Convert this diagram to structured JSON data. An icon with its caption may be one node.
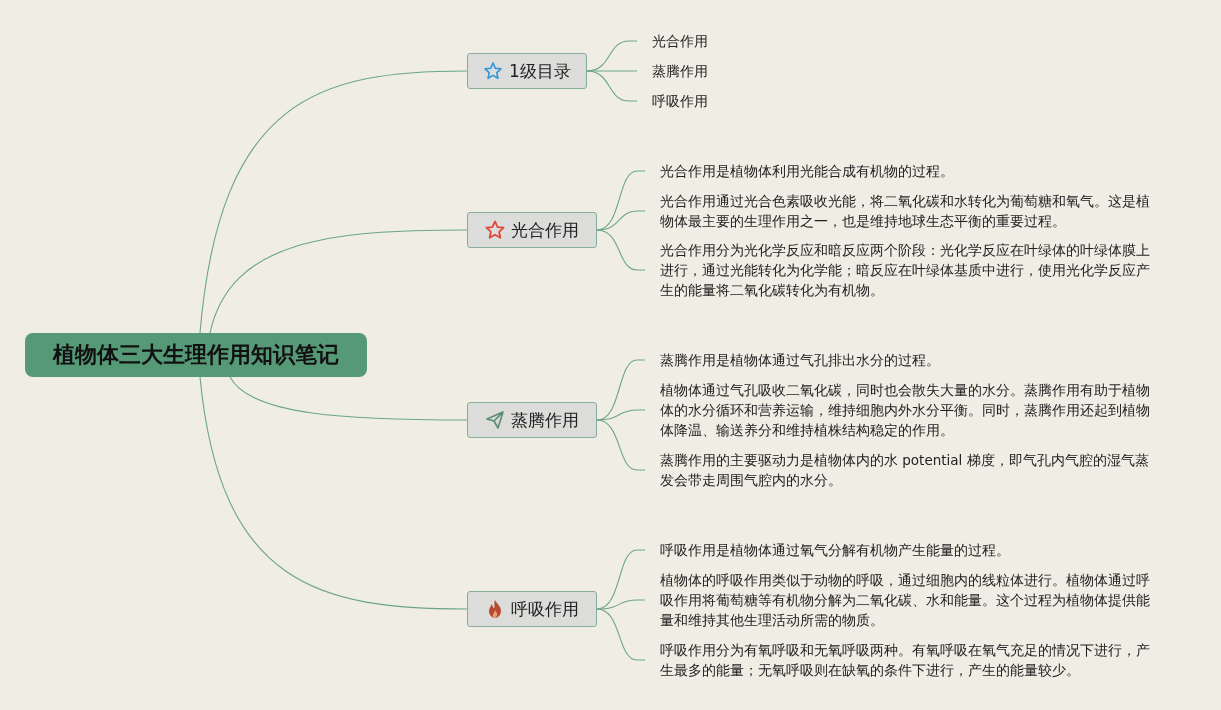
{
  "diagram": {
    "nodes": [
      {
        "text": [
          "植物体三大生理作用知识笔记"
        ]
      },
      {
        "text": [
          "1级目录"
        ]
      },
      {
        "text": [
          "光合作用"
        ]
      },
      {
        "text": [
          "蒸腾作用"
        ]
      },
      {
        "text": [
          "呼吸作用"
        ]
      },
      {
        "text": [
          "光合作用"
        ]
      },
      {
        "text": [
          "光合作用是植物体利用光能合成有机物的过程。"
        ]
      },
      {
        "text": [
          "光合作用通过光合色素吸收光能，将二氧化碳和水转化为葡萄糖和氧气。这是植物体最主要的生理作用之一，也是维持地球生态平衡的重要过程。"
        ]
      },
      {
        "text": [
          "光合作用分为光化学反应和暗反应两个阶段：光化学反应在叶绿体的叶绿体膜上进行，通过光能转化为化学能；暗反应在叶绿体基质中进行，使用光化学反应产生的能量将二氧化碳转化为有机物。"
        ]
      },
      {
        "text": [
          "蒸腾作用"
        ]
      },
      {
        "text": [
          "蒸腾作用是植物体通过气孔排出水分的过程。"
        ]
      },
      {
        "text": [
          "植物体通过气孔吸收二氧化碳，同时也会散失大量的水分。蒸腾作用有助于植物体的水分循环和营养运输，维持细胞内外水分平衡。同时，蒸腾作用还起到植物体降温、输送养分和维持植株结构稳定的作用。"
        ]
      },
      {
        "text": [
          "蒸腾作用的主要驱动力是植物体内的水 potential 梯度，即气孔内气腔的湿气蒸发会带走周围气腔内的水分。"
        ]
      },
      {
        "text": [
          "呼吸作用"
        ]
      },
      {
        "text": [
          "呼吸作用是植物体通过氧气分解有机物产生能量的过程。"
        ]
      },
      {
        "text": [
          "植物体的呼吸作用类似于动物的呼吸，通过细胞内的线粒体进行。植物体通过呼吸作用将葡萄糖等有机物分解为二氧化碳、水和能量。这个过程为植物体提供能量和维持其他生理活动所需的物质。"
        ]
      },
      {
        "text": [
          "呼吸作用分为有氧呼吸和无氧呼吸两种。有氧呼吸在氧气充足的情况下进行，产生最多的能量；无氧呼吸则在缺氧的条件下进行，产生的能量较少。"
        ]
      }
    ],
    "edges": [
      {
        "from": 0,
        "to": 1,
        "arrow": "none"
      },
      {
        "from": 0,
        "to": 5,
        "arrow": "none"
      },
      {
        "from": 0,
        "to": 9,
        "arrow": "none"
      },
      {
        "from": 0,
        "to": 13,
        "arrow": "none"
      },
      {
        "from": 1,
        "to": 2,
        "arrow": "none"
      },
      {
        "from": 1,
        "to": 3,
        "arrow": "none"
      },
      {
        "from": 1,
        "to": 4,
        "arrow": "none"
      },
      {
        "from": 5,
        "to": 6,
        "arrow": "none"
      },
      {
        "from": 5,
        "to": 7,
        "arrow": "none"
      },
      {
        "from": 5,
        "to": 8,
        "arrow": "none"
      },
      {
        "from": 9,
        "to": 10,
        "arrow": "none"
      },
      {
        "from": 9,
        "to": 11,
        "arrow": "none"
      },
      {
        "from": 9,
        "to": 12,
        "arrow": "none"
      },
      {
        "from": 13,
        "to": 14,
        "arrow": "none"
      },
      {
        "from": 13,
        "to": 15,
        "arrow": "none"
      },
      {
        "from": 13,
        "to": 16,
        "arrow": "none"
      }
    ]
  }
}
